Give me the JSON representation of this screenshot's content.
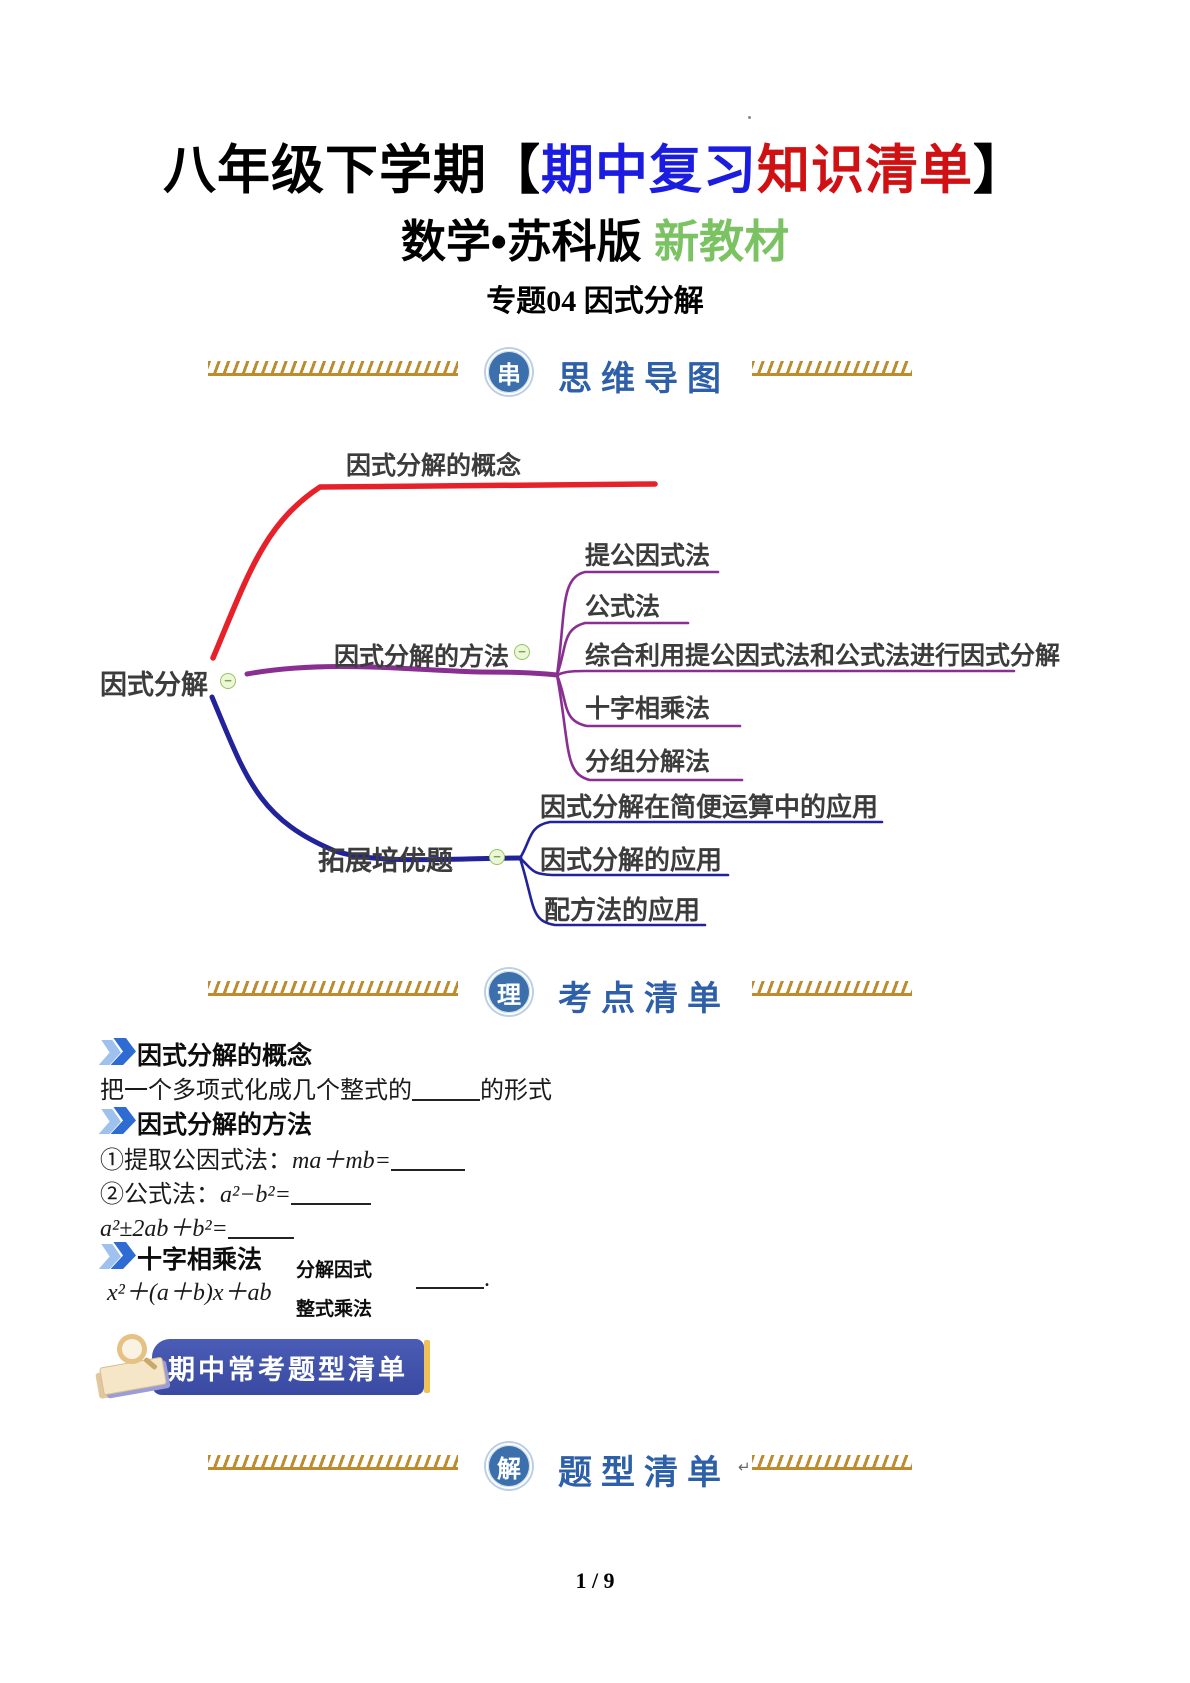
{
  "colors": {
    "title_blue": "#1c1ce0",
    "title_red": "#d01114",
    "green_accent": "#7bc262",
    "gold": "#bd8c2e",
    "header_blue": "#2e5fa9",
    "badge_circle_blue": "#3b70ad",
    "branch_red": "#e62129",
    "branch_purple": "#8a2f92",
    "branch_navy": "#22229b",
    "node_green_border": "#94c45e",
    "banner_blue": "#3f51a8",
    "banner_gold": "#eec258",
    "mindmap_text": "#3c3c3c",
    "chevron_light": "#9fc1ed",
    "chevron_dark": "#2e6bd3"
  },
  "title": {
    "line1_prefix": "八年级下学期",
    "bracket_open": "【",
    "line1_blue": "期中复习",
    "line1_red": "知识清单",
    "bracket_close": "】",
    "line2_black": "数学•苏科版",
    "line2_green": "新教材",
    "line3": "专题04 因式分解"
  },
  "section_headers": {
    "mindmap": {
      "badge": "串",
      "label": "思维导图"
    },
    "exam_points": {
      "badge": "理",
      "label": "考点清单"
    },
    "problem_types": {
      "badge": "解",
      "label": "题型清单",
      "return_mark": "↵"
    }
  },
  "mindmap": {
    "collapse_glyph": "−",
    "root": "因式分解",
    "branch1": {
      "label": "因式分解的概念"
    },
    "branch2": {
      "label": "因式分解的方法",
      "children": [
        "提公因式法",
        "公式法",
        "综合利用提公因式法和公式法进行因式分解",
        "十字相乘法",
        "分组分解法"
      ]
    },
    "branch3": {
      "label": "拓展培优题",
      "children": [
        "因式分解在简便运算中的应用",
        "因式分解的应用",
        "配方法的应用"
      ]
    }
  },
  "content": {
    "h_concept": "因式分解的概念",
    "p_concept_pre": "把一个多项式化成几个整式的",
    "p_concept_post": "的形式",
    "h_methods": "因式分解的方法",
    "m1_label": "①提取公因式法：",
    "m1_formula": "ma＋mb=",
    "m2_label": "②公式法：",
    "m2_formula": "a²−b²=",
    "m3_formula": "a²±2ab＋b²=",
    "h_cross": "十字相乘法",
    "cross_expression": "x²＋(a＋b)x＋ab",
    "cross_top_label": "分解因式",
    "cross_bottom_label": "整式乘法",
    "cross_period": "."
  },
  "banner": {
    "label": "期中常考题型清单"
  },
  "footer": {
    "page_label": "1 / 9"
  }
}
